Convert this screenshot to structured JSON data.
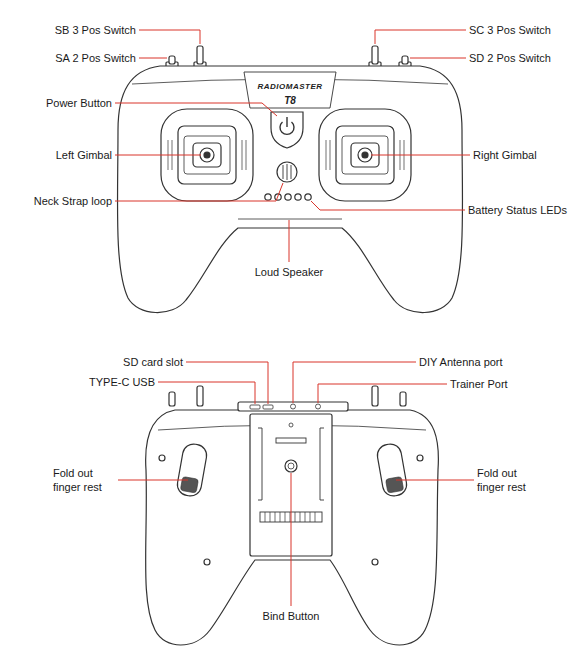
{
  "diagram": {
    "labels": [
      "SB 3 Pos Switch",
      "SA 2 Pos Switch",
      "SC 3 Pos Switch",
      "SD 2 Pos Switch",
      "Power Button",
      "Left Gimbal",
      "Right Gimbal",
      "Neck Strap loop",
      "Battery Status LEDs",
      "Loud Speaker",
      "SD card slot",
      "DIY Antenna port",
      "TYPE-C USB",
      "Trainer Port",
      "Fold out finger rest",
      "Fold out finger rest",
      "Bind Button",
      "RADIOMASTER",
      "T8"
    ]
  }
}
